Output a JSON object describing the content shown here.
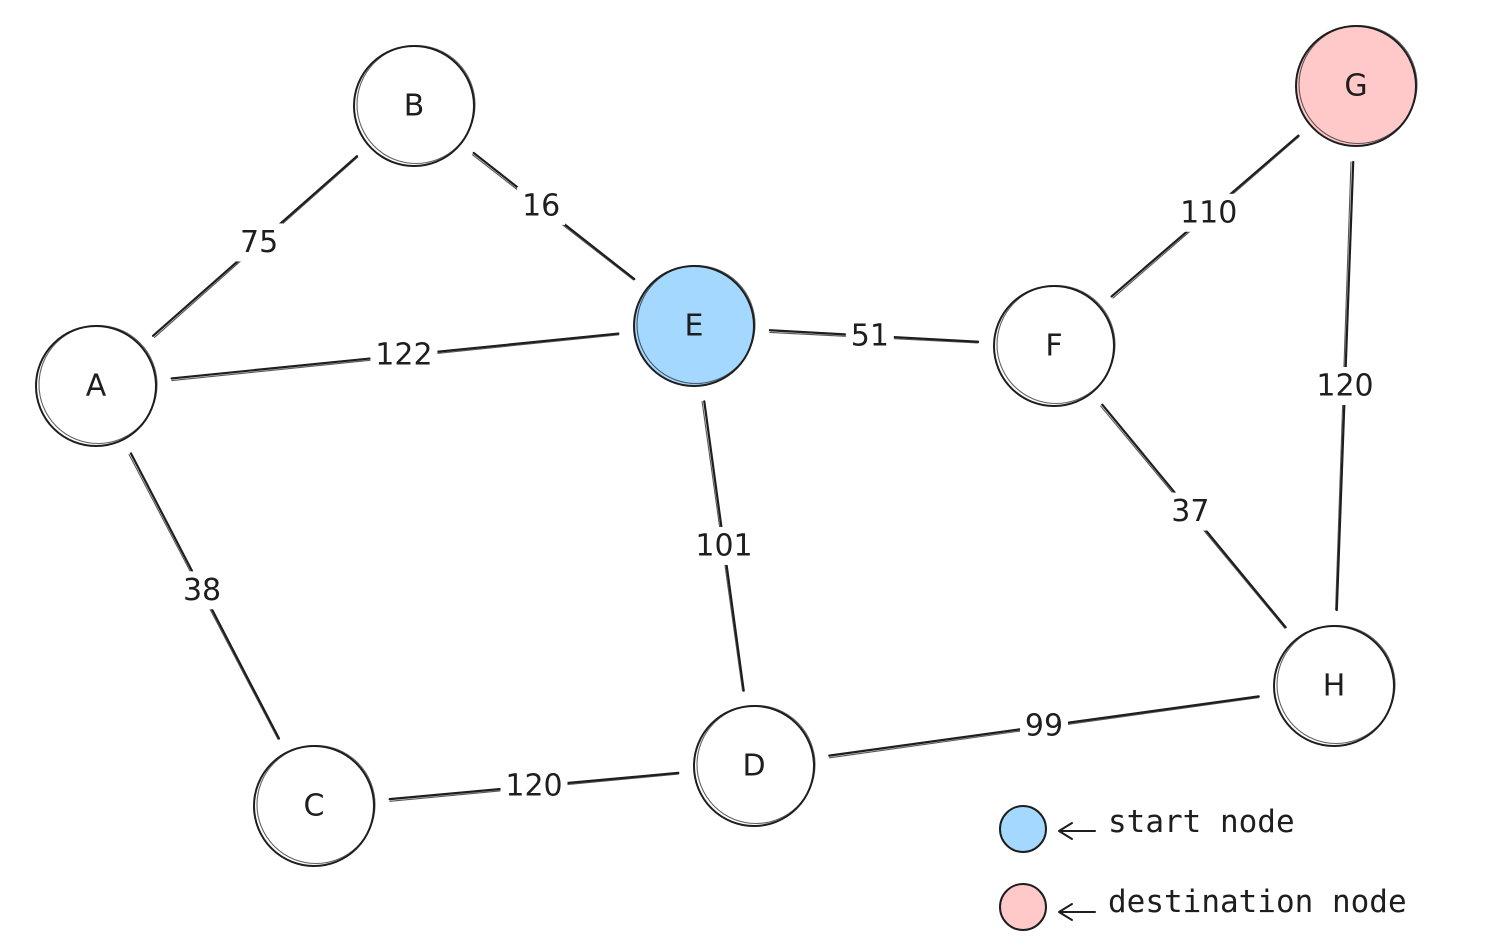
{
  "diagram": {
    "nodes": [
      {
        "id": "A",
        "label": "A",
        "role": "normal"
      },
      {
        "id": "B",
        "label": "B",
        "role": "normal"
      },
      {
        "id": "C",
        "label": "C",
        "role": "normal"
      },
      {
        "id": "D",
        "label": "D",
        "role": "normal"
      },
      {
        "id": "E",
        "label": "E",
        "role": "start"
      },
      {
        "id": "F",
        "label": "F",
        "role": "normal"
      },
      {
        "id": "G",
        "label": "G",
        "role": "destination"
      },
      {
        "id": "H",
        "label": "H",
        "role": "normal"
      }
    ],
    "edges": [
      {
        "from": "A",
        "to": "B",
        "weight": "75"
      },
      {
        "from": "B",
        "to": "E",
        "weight": "16"
      },
      {
        "from": "A",
        "to": "E",
        "weight": "122"
      },
      {
        "from": "A",
        "to": "C",
        "weight": "38"
      },
      {
        "from": "C",
        "to": "D",
        "weight": "120"
      },
      {
        "from": "E",
        "to": "D",
        "weight": "101"
      },
      {
        "from": "E",
        "to": "F",
        "weight": "51"
      },
      {
        "from": "F",
        "to": "G",
        "weight": "110"
      },
      {
        "from": "G",
        "to": "H",
        "weight": "120"
      },
      {
        "from": "F",
        "to": "H",
        "weight": "37"
      },
      {
        "from": "D",
        "to": "H",
        "weight": "99"
      }
    ]
  },
  "legend": {
    "start_label": "start node",
    "destination_label": "destination node"
  },
  "colors": {
    "start_fill": "#a5d8ff",
    "destination_fill": "#ffc9c9",
    "node_fill": "#ffffff",
    "stroke": "#1e1e1e"
  }
}
